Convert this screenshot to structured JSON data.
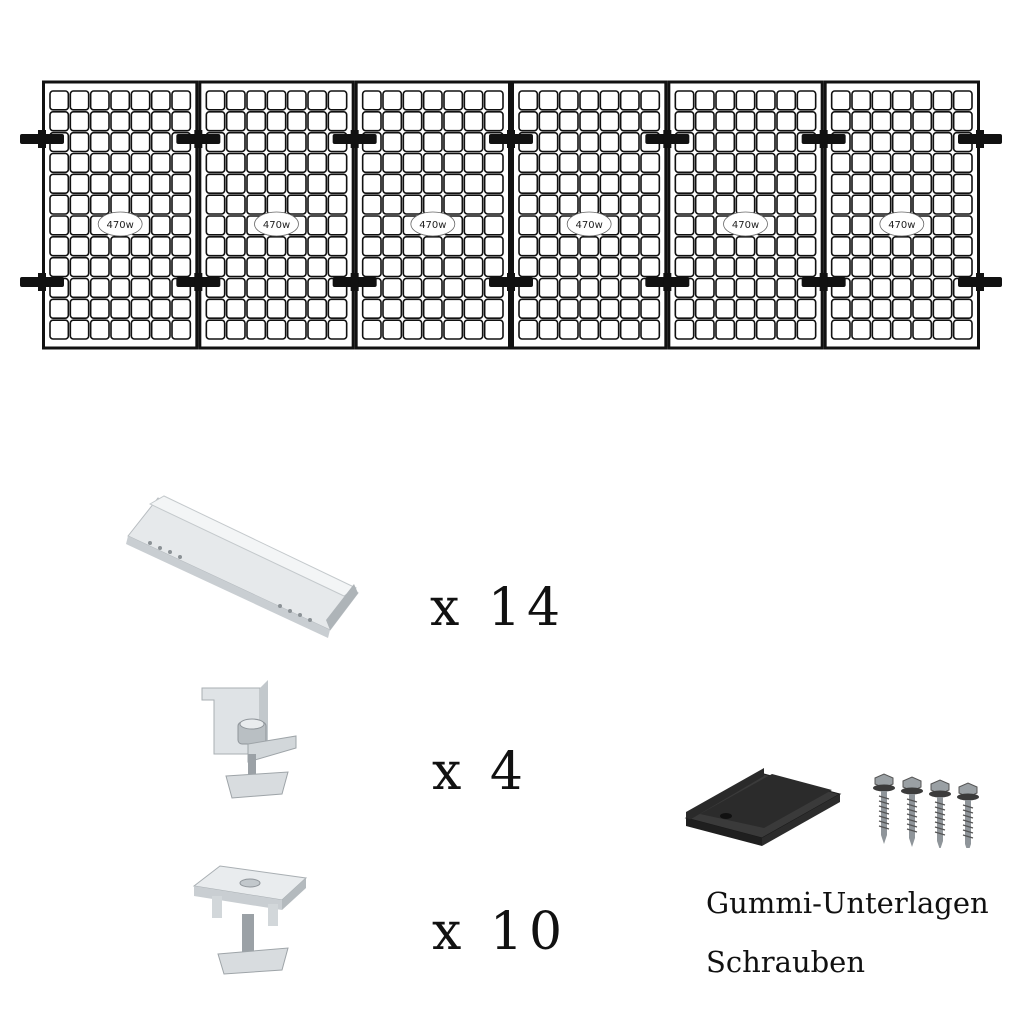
{
  "panels": {
    "count": 6,
    "wattage_label": "470w",
    "cell_columns": 7,
    "cell_rows": 12
  },
  "parts": [
    {
      "name": "mounting-rail",
      "quantity_label": "x 14"
    },
    {
      "name": "end-clamp",
      "quantity_label": "x 4"
    },
    {
      "name": "middle-clamp",
      "quantity_label": "x 10"
    }
  ],
  "accessories": {
    "rubber_pads_label": "Gummi-Unterlagen",
    "screws_label": "Schrauben"
  },
  "colors": {
    "panel_frame": "#111111",
    "rail_aluminium": "#d9dde0",
    "rubber_pad": "#2a2a2a"
  }
}
